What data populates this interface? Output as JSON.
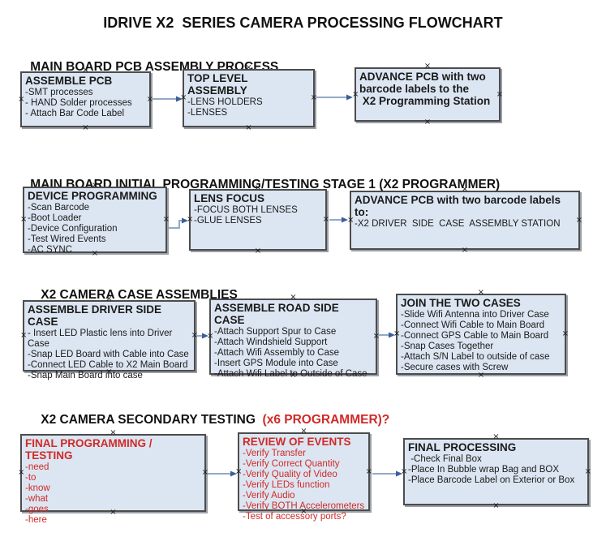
{
  "title": "IDRIVE X2  SERIES CAMERA PROCESSING FLOWCHART",
  "colors": {
    "box_fill": "#dce6f2",
    "box_border": "#4c4c4c",
    "connector_line": "#93a9c7",
    "arrowhead": "#3a5f9b",
    "red_text": "#d02a27",
    "text": "#1a1a1a"
  },
  "sections": [
    {
      "heading": "MAIN BOARD PCB ASSEMBLY PROCESS",
      "heading_red": "",
      "boxes": [
        {
          "title": "ASSEMBLE PCB",
          "items": [
            "-SMT processes",
            "- HAND Solder processes",
            "- Attach Bar Code Label"
          ]
        },
        {
          "title": "TOP LEVEL ASSEMBLY",
          "items": [
            "-LENS HOLDERS",
            "-LENSES"
          ]
        },
        {
          "title": "ADVANCE PCB with two\nbarcode labels to the\n X2 Programming Station",
          "items": []
        }
      ]
    },
    {
      "heading": "MAIN BOARD INITIAL PROGRAMMING/TESTING STAGE 1 (X2 PROGRAMMER)",
      "heading_red": "",
      "boxes": [
        {
          "title": "DEVICE PROGRAMMING",
          "items": [
            "-Scan Barcode",
            "-Boot Loader",
            "-Device Configuration",
            "-Test Wired Events",
            "-AC SYNC"
          ]
        },
        {
          "title": "LENS FOCUS",
          "items": [
            "-FOCUS BOTH LENSES",
            "-GLUE LENSES"
          ]
        },
        {
          "title": "ADVANCE PCB with two barcode labels to:",
          "items": [
            "-X2 DRIVER  SIDE  CASE  ASSEMBLY STATION"
          ]
        }
      ]
    },
    {
      "heading": "X2 CAMERA CASE ASSEMBLIES",
      "heading_red": "",
      "boxes": [
        {
          "title": "ASSEMBLE DRIVER SIDE CASE",
          "items": [
            "- Insert LED Plastic lens into Driver Case",
            "-Snap LED Board with Cable into Case",
            "-Connect LED Cable to X2 Main Board",
            "-Snap Main Board into case"
          ]
        },
        {
          "title": "ASSEMBLE ROAD SIDE CASE",
          "items": [
            "-Attach Support Spur to Case",
            "-Attach Windshield Support",
            "-Attach Wifi Assembly to Case",
            "-Insert GPS Module into Case",
            "-Attach Wifi Label to Outside of Case"
          ]
        },
        {
          "title": "JOIN THE TWO CASES",
          "items": [
            "-Slide Wifi Antenna into Driver Case",
            "-Connect Wifi Cable to Main Board",
            "-Connect GPS Cable to Main Board",
            "-Snap Cases Together",
            "-Attach S/N Label to outside of case",
            "-Secure cases with Screw"
          ]
        }
      ]
    },
    {
      "heading": "X2 CAMERA SECONDARY TESTING ",
      "heading_red": " (x6 PROGRAMMER)?",
      "boxes": [
        {
          "title": "FINAL PROGRAMMING / TESTING",
          "items": [
            "-need",
            "-to",
            "-know",
            "-what",
            "-goes",
            "-here"
          ]
        },
        {
          "title": "REVIEW OF EVENTS",
          "items": [
            "-Verify Transfer",
            "-Verify Correct Quantity",
            "-Verify Quality of Video",
            "-Verify LEDs function",
            "-Verify Audio",
            "-Verify BOTH Accelerometers",
            "-Test of accessory ports?"
          ]
        },
        {
          "title": "FINAL PROCESSING",
          "items": [
            " -Check Final Box",
            "-Place In Bubble wrap Bag and BOX",
            "-Place Barcode Label on Exterior or Box"
          ]
        }
      ]
    }
  ]
}
